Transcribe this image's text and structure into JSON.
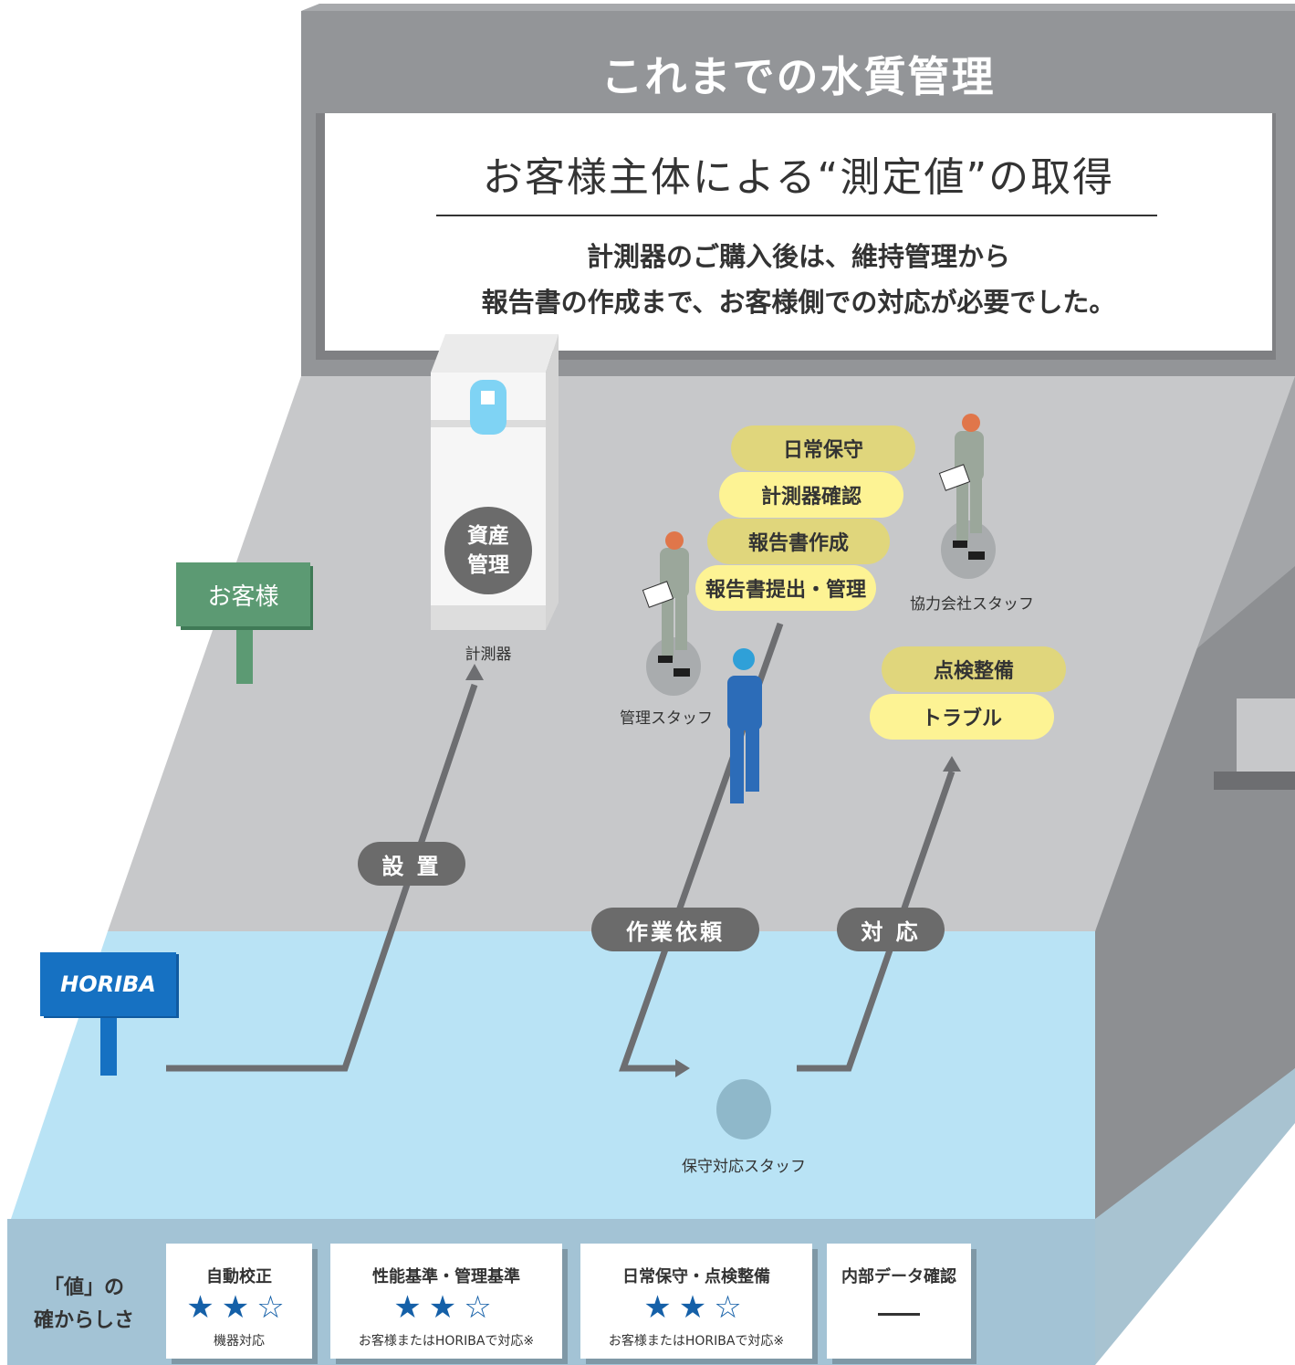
{
  "header": {
    "title": "これまでの水質管理"
  },
  "panel": {
    "subtitle": "お客様主体による“測定値”の取得",
    "description_line1": "計測器のご購入後は、維持管理から",
    "description_line2": "報告書の作成まで、お客様側での対応が必要でした。"
  },
  "signs": {
    "customer": "お客様",
    "horiba": "HORIBA"
  },
  "instrument": {
    "badge_line1": "資産",
    "badge_line2": "管理",
    "caption": "計測器"
  },
  "staff": {
    "management": "管理スタッフ",
    "partner": "協力会社スタッフ",
    "maintenance": "保守対応スタッフ"
  },
  "tasks": {
    "daily": "日常保守",
    "check": "計測器確認",
    "report": "報告書作成",
    "submit": "報告書提出・管理",
    "inspection": "点検整備",
    "trouble": "トラブル"
  },
  "flows": {
    "install": "設 置",
    "request": "作業依頼",
    "response": "対 応"
  },
  "value_reliability": {
    "label_line1": "「値」の",
    "label_line2": "確からしさ",
    "items": [
      {
        "title": "自動校正",
        "stars": "★★☆",
        "rating": 2,
        "max": 3,
        "note": "機器対応"
      },
      {
        "title": "性能基準・管理基準",
        "stars": "★★☆",
        "rating": 2,
        "max": 3,
        "note": "お客様またはHORIBAで対応※"
      },
      {
        "title": "日常保守・点検整備",
        "stars": "★★☆",
        "rating": 2,
        "max": 3,
        "note": "お客様またはHORIBAで対応※"
      },
      {
        "title": "内部データ確認",
        "dash": "—"
      }
    ]
  },
  "colors": {
    "wall": "#939598",
    "floor": "#c7c8ca",
    "horiba_floor": "#b9e3f5",
    "horiba_blue": "#1671c2",
    "customer_green": "#5c9a73",
    "task_dark": "#e0d67c",
    "task_light": "#fdf394",
    "star": "#1560a8"
  }
}
